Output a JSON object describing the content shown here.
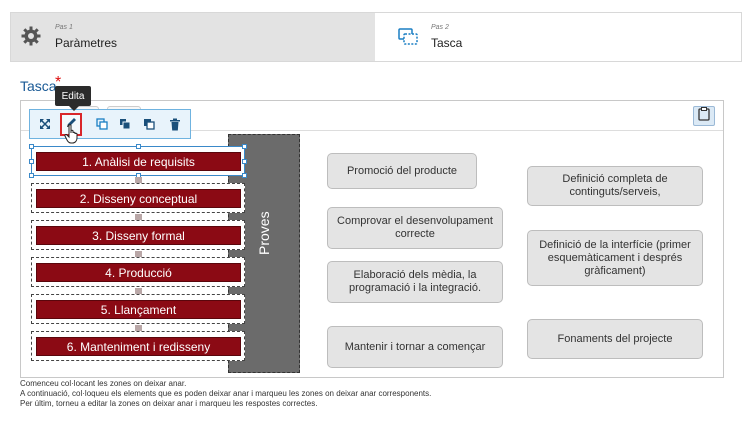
{
  "steps": [
    {
      "small": "Pas 1",
      "title": "Paràmetres",
      "icon": "gear-icon"
    },
    {
      "small": "Pas 2",
      "title": "Tasca",
      "icon": "task-screen-icon"
    }
  ],
  "field": {
    "label": "Tasca",
    "required_mark": "*"
  },
  "tooltip": "Edita",
  "floating_toolbar": [
    "expand-icon",
    "pencil-icon",
    "copy-icon",
    "bring-front-icon",
    "send-back-icon",
    "trash-icon"
  ],
  "drop_zones": [
    "1. Anàlisi de requisits",
    "2. Disseny conceptual",
    "3. Disseny formal",
    "4. Producció",
    "5. Llançament",
    "6. Manteniment i redisseny"
  ],
  "side_zone": "Proves",
  "answers": [
    "Promoció del producte",
    "Definició completa de continguts/serveis,",
    "Comprovar el desenvolupament correcte",
    "Definició de la interfície (primer esquemàticament i després gràficament)",
    "Elaboració dels mèdia, la programació i la integració.",
    "Mantenir i tornar a començar",
    "Fonaments del projecte"
  ],
  "instructions": [
    "Comenceu col·locant les zones on deixar anar.",
    "A continuació, col·loqueu els elements que es poden deixar anar i marqueu les zones on deixar anar corresponents.",
    "Per últim, torneu a editar la zones on deixar anar i marqueu les respostes correctes."
  ],
  "colors": {
    "zone_fill": "#8b0a14",
    "accent": "#1a5a96",
    "selection": "#3a89c9"
  }
}
